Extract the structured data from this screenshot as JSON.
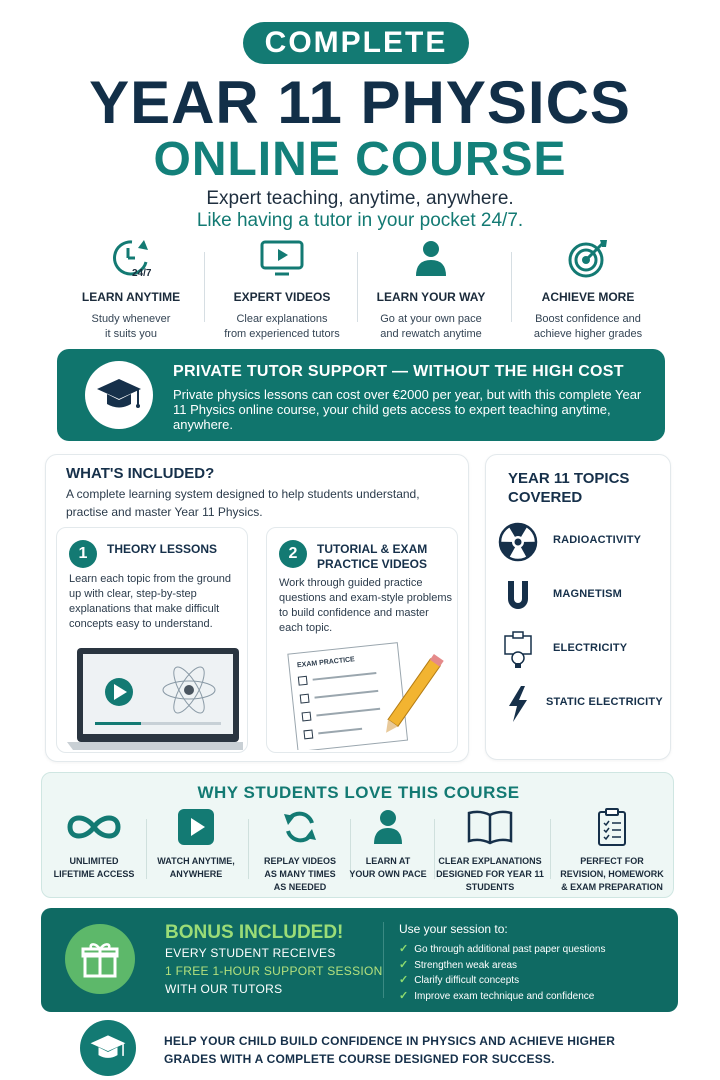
{
  "header": {
    "badge": "COMPLETE",
    "title_line1": "YEAR 11 PHYSICS",
    "title_line2": "ONLINE COURSE",
    "subtitle1": "Expert teaching, anytime, anywhere.",
    "subtitle2": "Like having a tutor in your pocket 24/7."
  },
  "features": [
    {
      "icon": "clock-24-7-icon",
      "icon_text": "24/7",
      "title": "LEARN ANYTIME",
      "line1": "Study whenever",
      "line2": "it suits you"
    },
    {
      "icon": "video-monitor-icon",
      "title": "EXPERT VIDEOS",
      "line1": "Clear explanations",
      "line2": "from experienced tutors"
    },
    {
      "icon": "person-icon",
      "title": "LEARN YOUR WAY",
      "line1": "Go at your own pace",
      "line2": "and rewatch anytime"
    },
    {
      "icon": "target-icon",
      "title": "ACHIEVE MORE",
      "line1": "Boost confidence and",
      "line2": "achieve higher grades"
    }
  ],
  "tutor_banner": {
    "title": "PRIVATE TUTOR SUPPORT — WITHOUT THE HIGH COST",
    "text": "Private physics lessons can cost over €2000 per year, but with this complete Year 11 Physics online course, your child gets access to expert teaching anytime, anywhere."
  },
  "included": {
    "title": "WHAT'S INCLUDED?",
    "text": "A complete learning system designed to help students understand, practise and master Year 11 Physics.",
    "cards": [
      {
        "num": "1",
        "title": "THEORY LESSONS",
        "text": "Learn each topic from the ground up with clear, step-by-step explanations that make difficult concepts easy to understand."
      },
      {
        "num": "2",
        "title": "TUTORIAL & EXAM PRACTICE VIDEOS",
        "text": "Work through guided practice questions and exam-style problems to build confidence and master each topic.",
        "sheet_label": "EXAM PRACTICE"
      }
    ]
  },
  "topics": {
    "title": "YEAR 11 TOPICS COVERED",
    "items": [
      {
        "icon": "radiation-icon",
        "label": "RADIOACTIVITY"
      },
      {
        "icon": "magnet-icon",
        "label": "MAGNETISM"
      },
      {
        "icon": "circuit-bulb-icon",
        "label": "ELECTRICITY"
      },
      {
        "icon": "lightning-icon",
        "label": "STATIC ELECTRICITY"
      }
    ]
  },
  "why": {
    "title": "WHY STUDENTS LOVE THIS COURSE",
    "items": [
      {
        "icon": "infinity-icon",
        "line1": "UNLIMITED",
        "line2": "LIFETIME ACCESS",
        "line3": ""
      },
      {
        "icon": "play-icon",
        "line1": "WATCH ANYTIME,",
        "line2": "ANYWHERE",
        "line3": ""
      },
      {
        "icon": "replay-icon",
        "line1": "REPLAY VIDEOS",
        "line2": "AS MANY TIMES",
        "line3": "AS NEEDED"
      },
      {
        "icon": "person-icon",
        "line1": "LEARN AT",
        "line2": "YOUR OWN PACE",
        "line3": ""
      },
      {
        "icon": "book-icon",
        "line1": "CLEAR EXPLANATIONS",
        "line2": "DESIGNED FOR YEAR 11",
        "line3": "STUDENTS"
      },
      {
        "icon": "clipboard-icon",
        "line1": "PERFECT FOR",
        "line2": "REVISION, HOMEWORK",
        "line3": "& EXAM PREPARATION"
      }
    ]
  },
  "bonus": {
    "title": "BONUS INCLUDED!",
    "line1": "EVERY STUDENT RECEIVES",
    "line2": "1 FREE 1-HOUR SUPPORT SESSION",
    "line3": "WITH OUR TUTORS",
    "use_title": "Use your session to:",
    "uses": [
      "Go through additional past paper questions",
      "Strengthen weak areas",
      "Clarify difficult concepts",
      "Improve exam technique and confidence"
    ]
  },
  "footer": {
    "text": "HELP YOUR CHILD BUILD CONFIDENCE IN PHYSICS AND ACHIEVE HIGHER GRADES WITH A COMPLETE COURSE DESIGNED FOR SUCCESS."
  },
  "colors": {
    "teal": "#137a73",
    "navy": "#122f48",
    "bonus_green": "#9bdc77"
  }
}
